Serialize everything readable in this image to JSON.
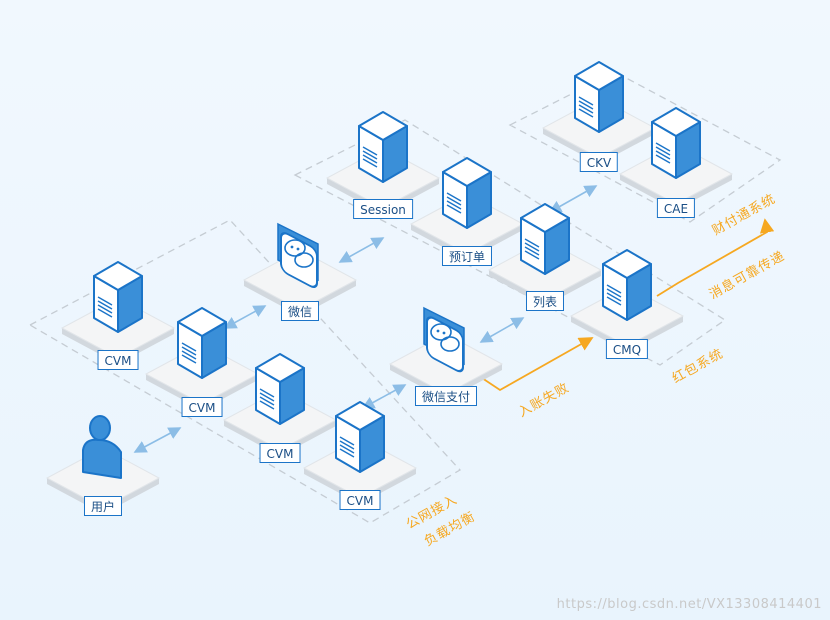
{
  "nodes": {
    "user": "用户",
    "cvm1": "CVM",
    "cvm2": "CVM",
    "cvm3": "CVM",
    "cvm4": "CVM",
    "wechat": "微信",
    "wechat_pay": "微信支付",
    "session": "Session",
    "preorder": "预订单",
    "list": "列表",
    "cmq": "CMQ",
    "ckv": "CKV",
    "cae": "CAE"
  },
  "zones": {
    "access_line1": "公网接入",
    "access_line2": "负载均衡",
    "redpacket": "红包系统",
    "tenpay": "财付通系统"
  },
  "flows": {
    "account_fail": "入账失败",
    "reliable_msg": "消息可靠传递"
  },
  "watermark": "https://blog.csdn.net/VX13308414401",
  "colors": {
    "line": "#1b74c8",
    "accent": "#f6a821",
    "arrow": "#8cbde6"
  }
}
